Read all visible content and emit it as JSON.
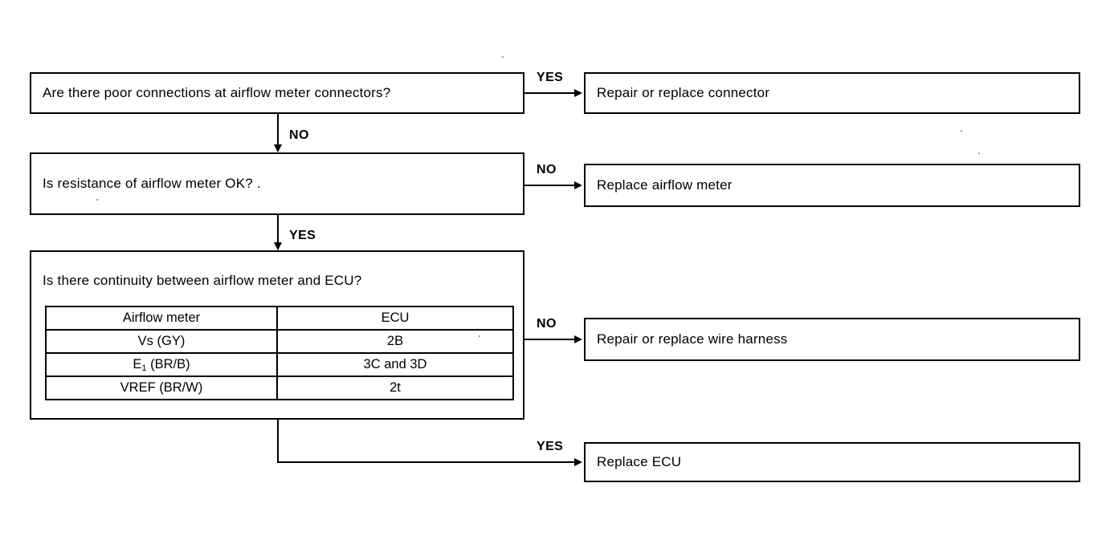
{
  "diagram": {
    "title": "Airflow meter diagnostic flowchart",
    "questions": [
      {
        "id": "q1",
        "text": "Are there poor connections at airflow meter connectors?"
      },
      {
        "id": "q2",
        "text": "Is resistance of airflow meter OK?  ."
      },
      {
        "id": "q3",
        "text": "Is there continuity between airflow meter and ECU?"
      }
    ],
    "outcomes": [
      {
        "id": "a1",
        "text": "Repair or replace connector"
      },
      {
        "id": "a2",
        "text": "Replace airflow meter"
      },
      {
        "id": "a3",
        "text": "Repair or replace wire harness"
      },
      {
        "id": "a4",
        "text": "Replace ECU"
      }
    ],
    "branches": [
      {
        "id": "q1-yes",
        "label": "YES",
        "from": "q1",
        "to": "a1"
      },
      {
        "id": "q1-no",
        "label": "NO",
        "from": "q1",
        "to": "q2"
      },
      {
        "id": "q2-no",
        "label": "NO",
        "from": "q2",
        "to": "a2"
      },
      {
        "id": "q2-yes",
        "label": "YES",
        "from": "q2",
        "to": "q3"
      },
      {
        "id": "q3-no",
        "label": "NO",
        "from": "q3",
        "to": "a3"
      },
      {
        "id": "q3-yes",
        "label": "YES",
        "from": "q3",
        "to": "a4"
      }
    ],
    "continuity_table": {
      "headers": [
        "Airflow meter",
        "ECU"
      ],
      "rows": [
        {
          "signal": "Vs (GY)",
          "signal_sub": "",
          "ecu": "2B"
        },
        {
          "signal": "E",
          "signal_sub": "1",
          "signal_rest": " (BR/B)",
          "ecu": "3C and 3D"
        },
        {
          "signal": "VREF (BR/W)",
          "signal_sub": "",
          "ecu": "2t"
        }
      ]
    }
  }
}
